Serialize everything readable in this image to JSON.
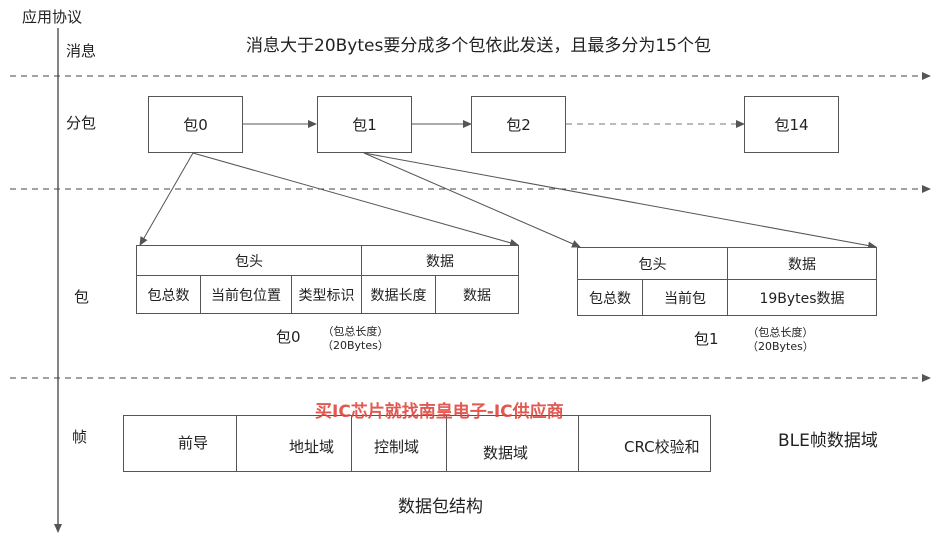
{
  "axis_title": "应用协议",
  "rows": {
    "message": "消息",
    "split": "分包",
    "packet": "包",
    "frame": "帧"
  },
  "message_text": "消息大于20Bytes要分成多个包依此发送，且最多分为15个包",
  "packets": [
    "包0",
    "包1",
    "包2",
    "包14"
  ],
  "packet0": {
    "header": "包头",
    "data": "数据",
    "fields": [
      "包总数",
      "当前包位置",
      "类型标识",
      "数据长度",
      "数据"
    ],
    "caption": "包0",
    "note_line1": "（包总长度）",
    "note_line2": "（20Bytes）"
  },
  "packet1": {
    "header": "包头",
    "data": "数据",
    "fields": [
      "包总数",
      "当前包",
      "19Bytes数据"
    ],
    "caption": "包1",
    "note_line1": "（包总长度）",
    "note_line2": "（20Bytes）"
  },
  "watermark": "买IC芯片就找南皇电子-IC供应商",
  "frame_fields": [
    "前导",
    "地址域",
    "控制域",
    "数据域",
    "CRC校验和"
  ],
  "ble_label": "BLE帧数据域",
  "caption": "数据包结构"
}
